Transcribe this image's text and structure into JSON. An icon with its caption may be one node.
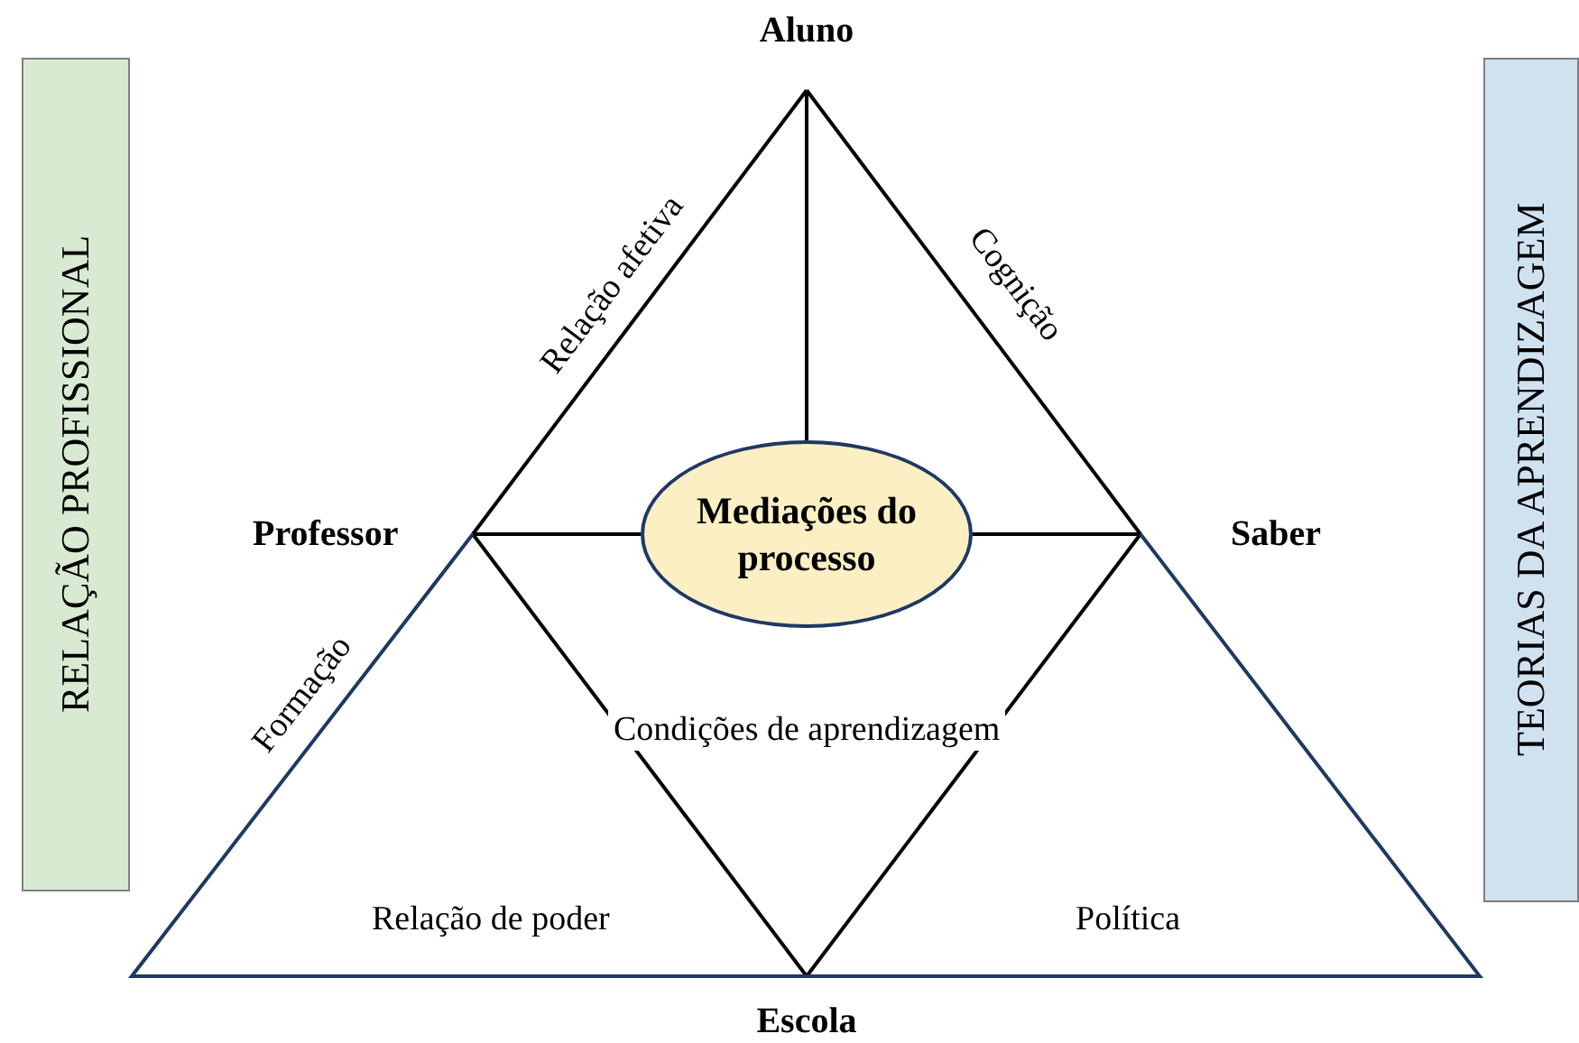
{
  "diagram": {
    "nodes": [
      {
        "text": [
          "RELAÇÃO PROFISSIONAL"
        ]
      },
      {
        "text": [
          "Aluno"
        ]
      },
      {
        "text": [
          "TEORIAS DA APRENDIZAGEM"
        ]
      },
      {
        "text": [
          "Professor"
        ]
      },
      {
        "text": [
          "Mediações do processo"
        ]
      },
      {
        "text": [
          "Saber"
        ]
      },
      {
        "text": [
          "Escola"
        ]
      }
    ],
    "edges": [
      {
        "from": 1,
        "to": 3,
        "arrow": "none",
        "label": "Relação afetiva"
      },
      {
        "from": 1,
        "to": 5,
        "arrow": "none",
        "label": "Cognição"
      },
      {
        "from": 1,
        "to": 4,
        "arrow": "none"
      },
      {
        "from": 3,
        "to": 4,
        "arrow": "none"
      },
      {
        "from": 4,
        "to": 5,
        "arrow": "none"
      },
      {
        "from": 3,
        "to": 6,
        "arrow": "none"
      },
      {
        "from": 5,
        "to": 6,
        "arrow": "none"
      },
      {
        "from": 3,
        "to": 6,
        "arrow": "none",
        "label": "Formação",
        "color": "#1f3864"
      },
      {
        "from": 5,
        "to": 6,
        "arrow": "none",
        "color": "#1f3864"
      }
    ],
    "labels": [
      "Condições de aprendizagem",
      "Relação de poder",
      "Política"
    ]
  }
}
